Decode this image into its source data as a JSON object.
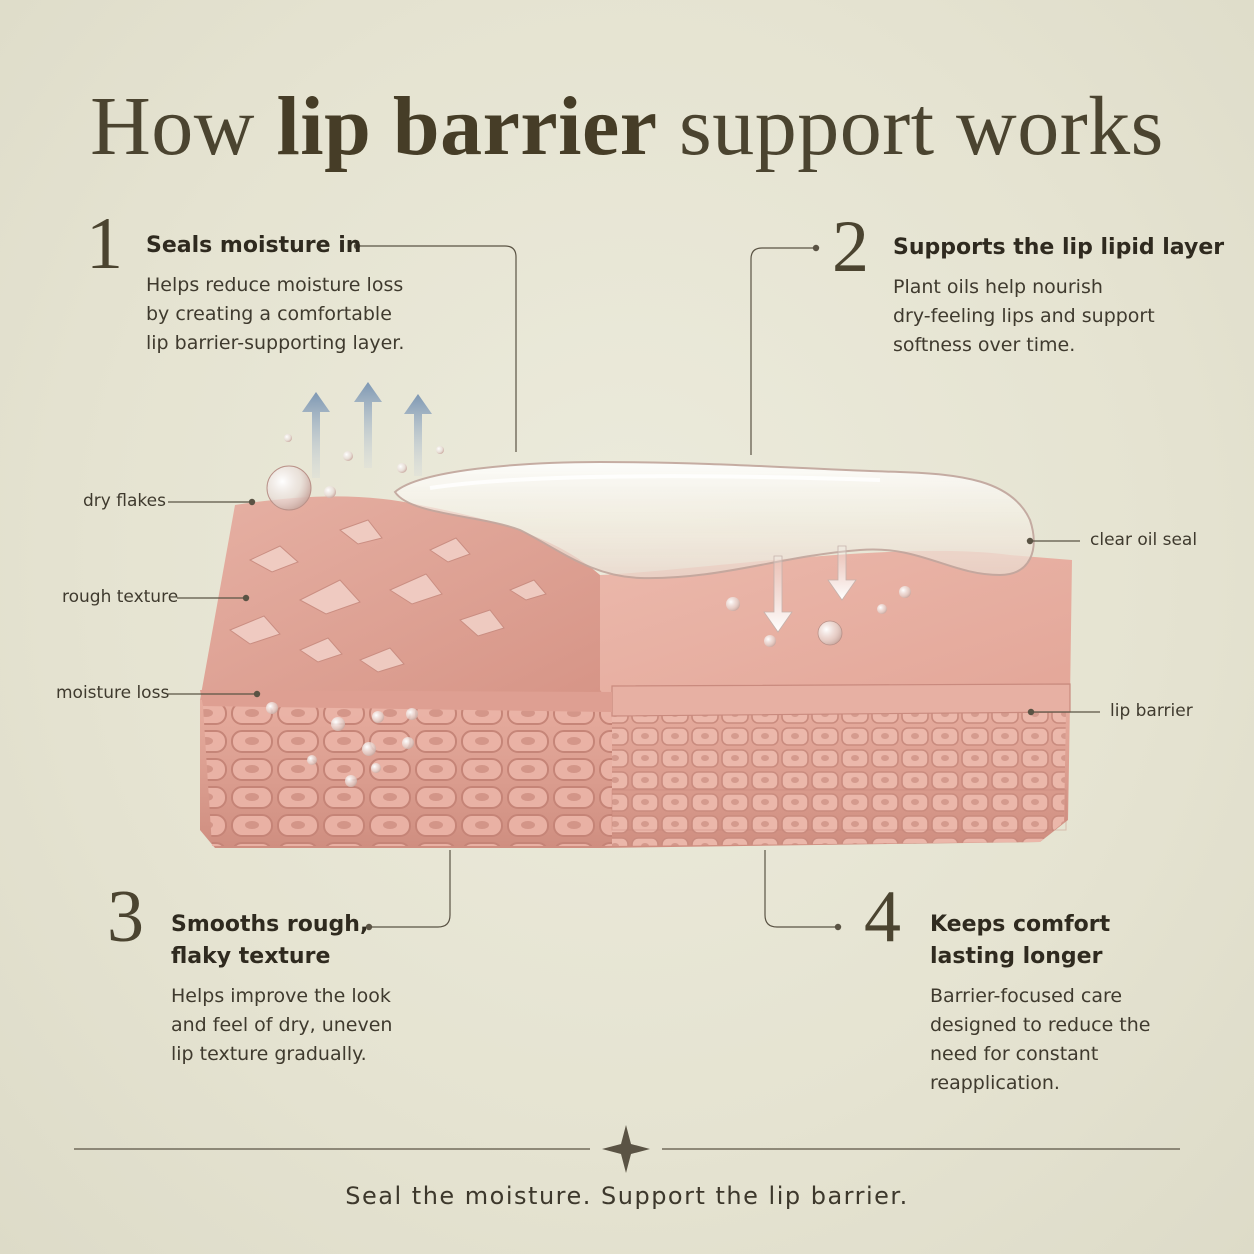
{
  "title": {
    "pre": "How ",
    "bold": "lip barrier",
    "post": " support works"
  },
  "steps": [
    {
      "number": "1",
      "heading": "Seals moisture in",
      "body": [
        "Helps reduce moisture loss",
        "by creating a comfortable",
        "lip barrier-supporting layer."
      ]
    },
    {
      "number": "2",
      "heading": "Supports the lip lipid layer",
      "body": [
        "Plant oils help nourish",
        "dry-feeling lips and support",
        "softness over time."
      ]
    },
    {
      "number": "3",
      "heading": [
        "Smooths rough,",
        "flaky texture"
      ],
      "body": [
        "Helps improve the look",
        "and feel of dry, uneven",
        "lip texture gradually."
      ]
    },
    {
      "number": "4",
      "heading": [
        "Keeps comfort",
        "lasting longer"
      ],
      "body": [
        "Barrier-focused care",
        "designed to reduce the",
        "need for constant",
        "reapplication."
      ]
    }
  ],
  "labels": {
    "dry_flakes": "dry flakes",
    "rough_texture": "rough texture",
    "moisture_loss": "moisture loss",
    "clear_oil_seal": "clear oil seal",
    "lip_barrier": "lip barrier"
  },
  "footer": "Seal the moisture. Support the lip barrier.",
  "colors": {
    "background": "#e7e5d4",
    "text": "#3a3528",
    "skin": "#e2a79a",
    "skin_dark": "#c98a7e",
    "line": "#5a5344"
  }
}
